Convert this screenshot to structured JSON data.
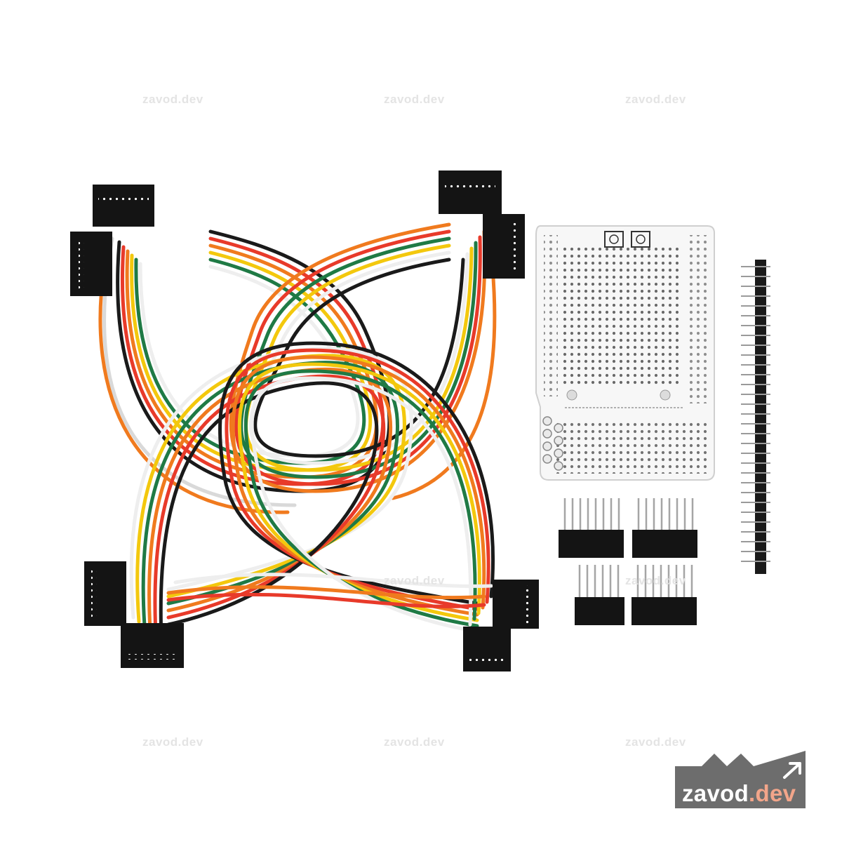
{
  "watermark": {
    "text": "zavod.dev"
  },
  "logo": {
    "name_part": "zavod",
    "dot_part": ".dev",
    "accent_color": "#f2a58a",
    "bg_color": "#6d6d6d"
  },
  "wire_colors": [
    "#1a1a1a",
    "#e83a2a",
    "#f07a1e",
    "#f3c80d",
    "#1f7a45",
    "#eeeeee",
    "#5a3a1e"
  ],
  "objects": [
    "jumper-wire-bundle",
    "protoshield-pcb",
    "header-row-long",
    "stackable-header"
  ]
}
